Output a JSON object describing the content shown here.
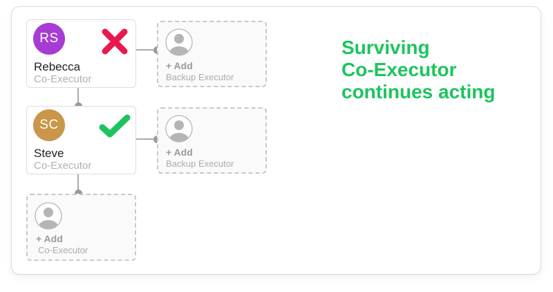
{
  "colors": {
    "accent_green": "#1DC45E",
    "error_red": "#E8194C",
    "avatar_rs": "#A53CD4",
    "avatar_sc": "#C9964A",
    "placeholder_gray": "#b5b5b5"
  },
  "executors": [
    {
      "initials": "RS",
      "name": "Rebecca",
      "role": "Co-Executor",
      "status_icon": "x-mark-icon",
      "backup": {
        "add_label": "+ Add",
        "sub_label": "Backup Executor"
      }
    },
    {
      "initials": "SC",
      "name": "Steve",
      "role": "Co-Executor",
      "status_icon": "check-mark-icon",
      "backup": {
        "add_label": "+ Add",
        "sub_label": "Backup Executor"
      }
    }
  ],
  "add_co_executor": {
    "add_label": "+ Add",
    "sub_label": "Co-Executor"
  },
  "headline": {
    "line1": "Surviving",
    "line2": "Co-Executor",
    "line3": "continues acting"
  }
}
